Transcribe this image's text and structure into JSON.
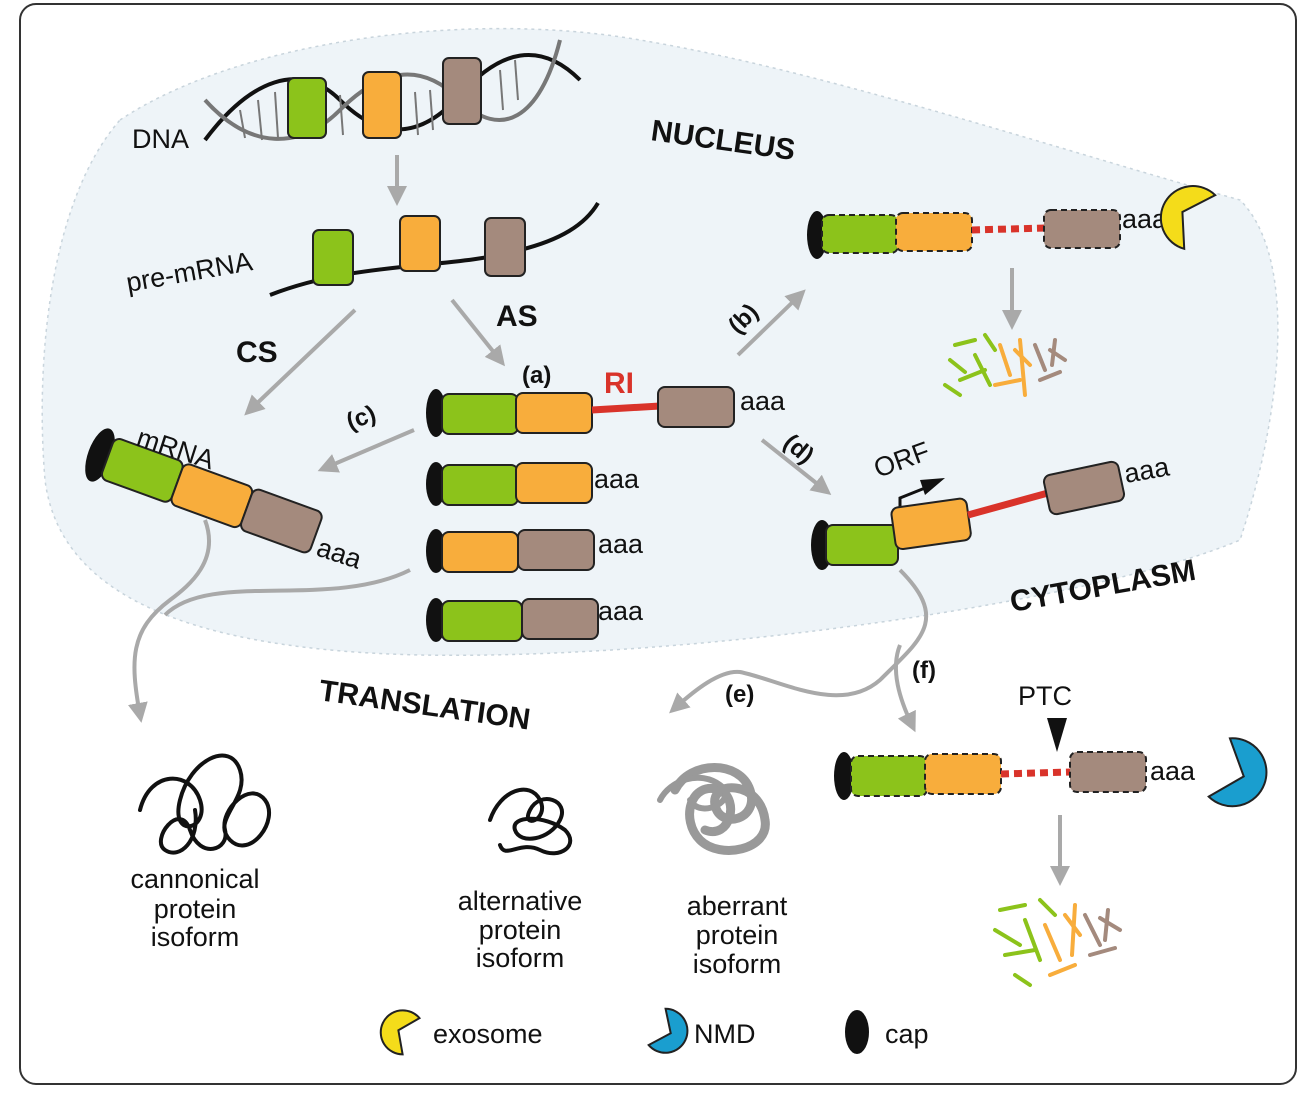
{
  "labels": {
    "dna": "DNA",
    "nucleus": "NUCLEUS",
    "pre_mrna": "pre-mRNA",
    "cs": "CS",
    "as": "AS",
    "mrna": "mRNA",
    "cytoplasm": "CYTOPLASM",
    "translation": "TRANSLATION",
    "ri": "RI",
    "orf": "ORF",
    "ptc": "PTC",
    "poly_a": "aaa",
    "step_a": "(a)",
    "step_b": "(b)",
    "step_c": "(c)",
    "step_d": "(d)",
    "step_e": "(e)",
    "step_f": "(f)"
  },
  "isoforms": {
    "canonical": [
      "cannonical",
      "protein",
      "isoform"
    ],
    "alternative": [
      "alternative",
      "protein",
      "isoform"
    ],
    "aberrant": [
      "aberrant",
      "protein",
      "isoform"
    ]
  },
  "legend": {
    "exosome": "exosome",
    "nmd": "NMD",
    "cap": "cap"
  },
  "colors": {
    "exon_green": "#8cc31b",
    "exon_orange": "#f8ad3c",
    "exon_brown": "#a48a7d",
    "intron_red": "#d9332a",
    "exosome_yellow": "#f4dc1a",
    "nmd_blue": "#1a9ecf",
    "nucleus_fill": "#eef4f8",
    "arrow_gray": "#a9a9a9"
  }
}
